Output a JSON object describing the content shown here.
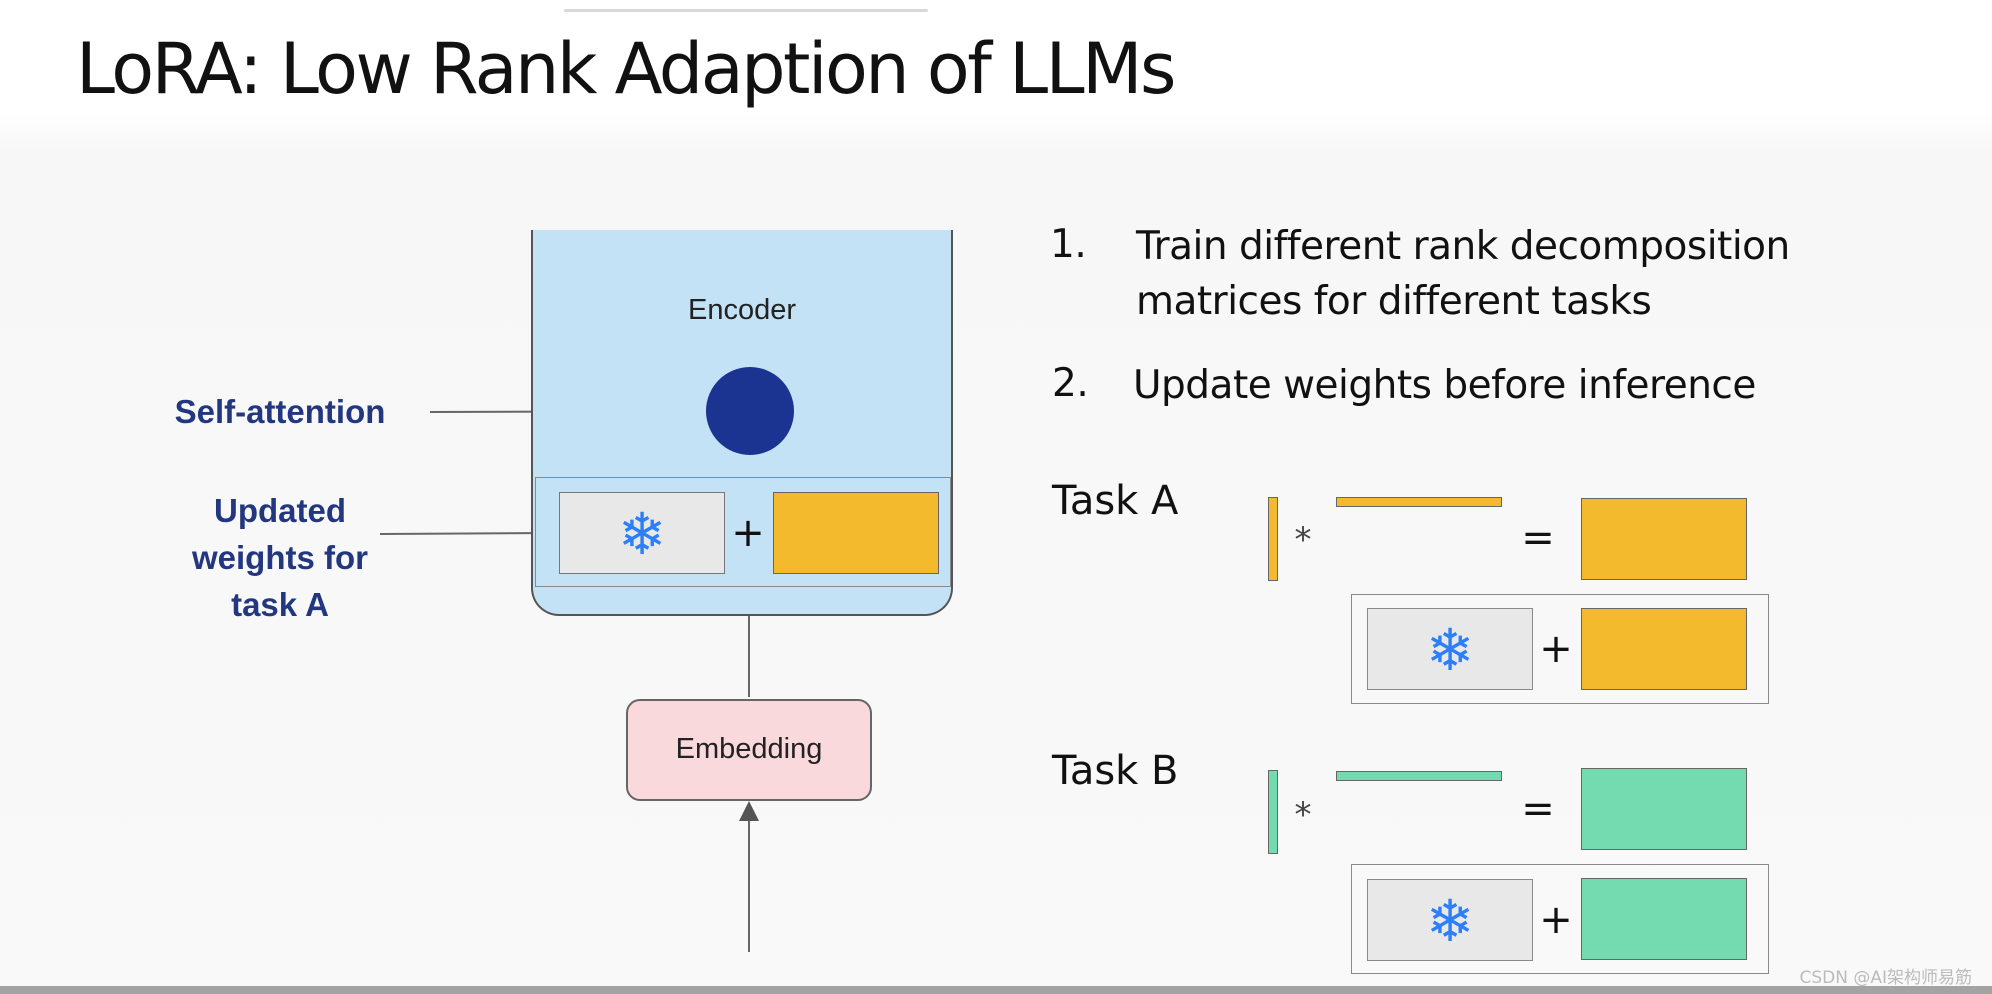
{
  "title": "LoRA: Low Rank Adaption of LLMs",
  "diagram": {
    "encoder_label": "Encoder",
    "embedding_label": "Embedding",
    "self_attention_label": "Self-attention",
    "updated_weights_label": [
      "Updated",
      "weights for",
      "task A"
    ],
    "plus": "+",
    "snowflake": "❄"
  },
  "steps": [
    {
      "num": "1.",
      "lines": [
        "Train different rank decomposition",
        "matrices for different tasks"
      ]
    },
    {
      "num": "2.",
      "lines": [
        "Update weights before inference"
      ]
    }
  ],
  "tasks": [
    {
      "label": "Task A",
      "color": "#f2ba2c",
      "times": "*",
      "equals": "=",
      "plus": "+"
    },
    {
      "label": "Task B",
      "color": "#74dbb1",
      "times": "*",
      "equals": "=",
      "plus": "+"
    }
  ],
  "watermark": "CSDN @AI架构师易筋",
  "colors": {
    "encoder": "#c3e2f5",
    "self_attention": "#1b3492",
    "embedding": "#f9d9dc",
    "label_blue": "#22377f",
    "snowflake": "#2d7ff9"
  }
}
